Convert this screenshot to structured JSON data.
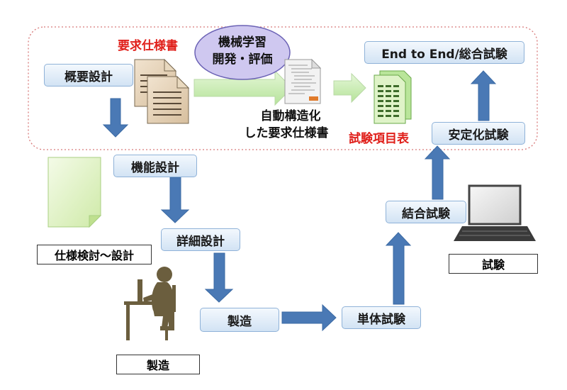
{
  "labels": {
    "requirement_spec": "要求仕様書",
    "ml_line1": "機械学習",
    "ml_line2": "開発・評価",
    "structured_line1": "自動構造化",
    "structured_line2": "した要求仕様書",
    "test_item_table": "試験項目表"
  },
  "steps": {
    "overview_design": "概要設計",
    "function_design": "機能設計",
    "detail_design": "詳細設計",
    "manufacturing": "製造",
    "unit_test": "単体試験",
    "integration_test": "結合試験",
    "stability_test": "安定化試験",
    "e2e_test": "End to End/総合試験"
  },
  "captions": {
    "spec_review": "仕様検討～設計",
    "manufacturing": "製造",
    "testing": "試験"
  },
  "colors": {
    "arrow_blue": "#4a79b5",
    "arrow_green": "#c8ecb0",
    "highlight_red": "#e0201b",
    "ml_purple": "#cfc8f0",
    "region_border": "#d87a7a"
  },
  "icons": [
    "document-stack-icon",
    "code-document-icon",
    "table-document-icon",
    "blank-document-icon",
    "person-at-desk-icon",
    "laptop-icon"
  ]
}
